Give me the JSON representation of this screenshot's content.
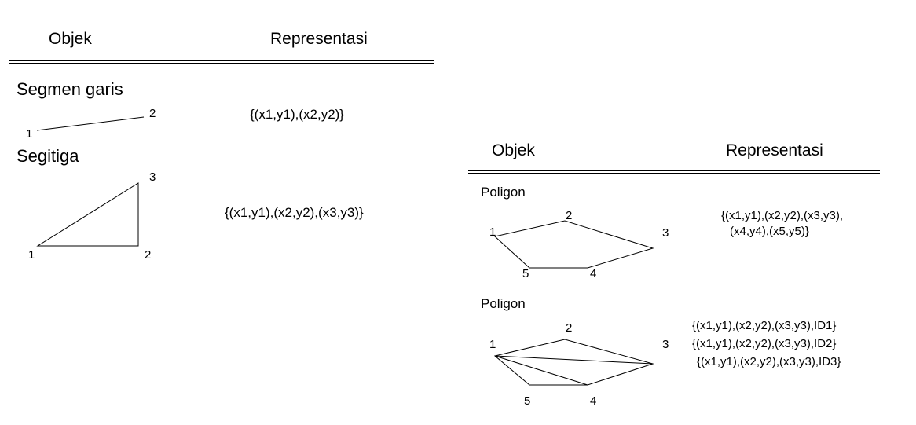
{
  "left_table": {
    "header_object": "Objek",
    "header_representation": "Representasi",
    "rows": [
      {
        "title": "Segmen garis",
        "vertex_labels": [
          "1",
          "2"
        ],
        "representation": "{(x1,y1),(x2,y2)}"
      },
      {
        "title": "Segitiga",
        "vertex_labels": [
          "1",
          "2",
          "3"
        ],
        "representation": "{(x1,y1),(x2,y2),(x3,y3)}"
      }
    ]
  },
  "right_table": {
    "header_object": "Objek",
    "header_representation": "Representasi",
    "rows": [
      {
        "title": "Poligon",
        "vertex_labels": [
          "1",
          "2",
          "3",
          "4",
          "5"
        ],
        "representation_lines": [
          "{(x1,y1),(x2,y2),(x3,y3),",
          "(x4,y4),(x5,y5)}"
        ]
      },
      {
        "title": "Poligon",
        "vertex_labels": [
          "1",
          "2",
          "3",
          "4",
          "5"
        ],
        "representation_lines": [
          "{(x1,y1),(x2,y2),(x3,y3),ID1}",
          "{(x1,y1),(x2,y2),(x3,y3),ID2}",
          "{(x1,y1),(x2,y2),(x3,y3),ID3}"
        ]
      }
    ]
  }
}
